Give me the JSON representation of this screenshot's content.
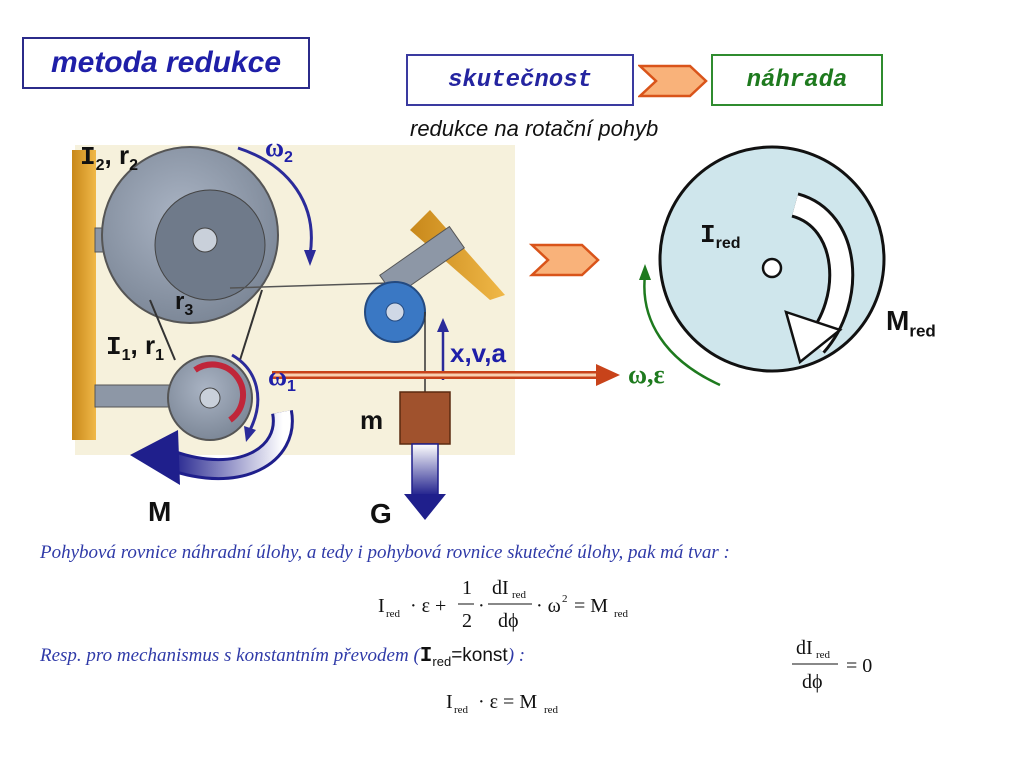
{
  "title": "metoda redukce",
  "header": {
    "real_label": "skutečnost",
    "substitute_label": "náhrada",
    "subtitle": "redukce na rotační pohyb"
  },
  "diagram": {
    "label_I2r2_I": "I",
    "label_I2r2_sub": "2",
    "label_I2r2_r": ", r",
    "label_I2r2_rsub": "2",
    "omega2": "ω",
    "omega2_sub": "2",
    "r3": "r",
    "r3_sub": "3",
    "label_I1r1_I": "I",
    "label_I1r1_sub": "1",
    "label_I1r1_r": ", r",
    "label_I1r1_rsub": "1",
    "omega1": "ω",
    "omega1_sub": "1",
    "xva": "x,v,a",
    "omega_eps": "ω,ε",
    "mass": "m",
    "moment": "M",
    "gravity": "G",
    "ired": "I",
    "ired_sub": "red",
    "mred": "M",
    "mred_sub": "red"
  },
  "text": {
    "line1": "Pohybová rovnice náhradní úlohy, a tedy i pohybová rovnice skutečné úlohy, pak má tvar :",
    "line2_start": "Resp. pro mechanismus s konstantním převodem (",
    "line2_I": "I",
    "line2_sub": "red",
    "line2_konst": "=konst",
    "line2_end": ") :"
  },
  "colors": {
    "title_blue": "#1f1fa8",
    "green": "#1e7a1e",
    "arrow_orange": "#f4a261",
    "wheel_fill": "#cfe6ec",
    "mass_brown": "#a0522d"
  }
}
